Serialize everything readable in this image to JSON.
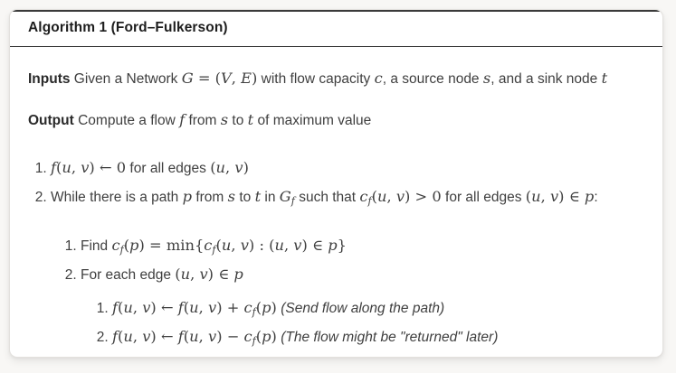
{
  "colors": {
    "page_background": "#f8f7f5",
    "card_background": "#ffffff",
    "rule_dark": "#3a3a3a",
    "card_border": "#e3e1de",
    "text": "#3f3f3f"
  },
  "header": {
    "title": "Algorithm 1 (Ford–Fulkerson)"
  },
  "content": {
    "inputs_line": [
      {
        "t": "bold",
        "v": "Inputs"
      },
      {
        "t": "text",
        "v": " Given a Network "
      },
      {
        "t": "math",
        "v": "G = (V, E)"
      },
      {
        "t": "text",
        "v": " with flow capacity "
      },
      {
        "t": "math",
        "v": "c"
      },
      {
        "t": "text",
        "v": ", a source node "
      },
      {
        "t": "math",
        "v": "s"
      },
      {
        "t": "text",
        "v": ", and a sink node "
      },
      {
        "t": "math",
        "v": "t"
      }
    ],
    "output_line": [
      {
        "t": "bold",
        "v": "Output"
      },
      {
        "t": "text",
        "v": " Compute a flow "
      },
      {
        "t": "math",
        "v": "f"
      },
      {
        "t": "text",
        "v": " from "
      },
      {
        "t": "math",
        "v": "s"
      },
      {
        "t": "text",
        "v": " to "
      },
      {
        "t": "math",
        "v": "t"
      },
      {
        "t": "text",
        "v": " of maximum value"
      }
    ],
    "steps": {
      "s1": [
        {
          "t": "math",
          "v": "f(u, v) ← 0"
        },
        {
          "t": "text",
          "v": " for all edges "
        },
        {
          "t": "math",
          "v": "(u, v)"
        }
      ],
      "s2": [
        {
          "t": "text",
          "v": "While there is a path "
        },
        {
          "t": "math",
          "v": "p"
        },
        {
          "t": "text",
          "v": " from "
        },
        {
          "t": "math",
          "v": "s"
        },
        {
          "t": "text",
          "v": " to "
        },
        {
          "t": "math",
          "v": "t"
        },
        {
          "t": "text",
          "v": " in "
        },
        {
          "t": "math",
          "v": "G_f"
        },
        {
          "t": "text",
          "v": " such that "
        },
        {
          "t": "math",
          "v": "c_f(u, v) > 0"
        },
        {
          "t": "text",
          "v": " for all edges "
        },
        {
          "t": "math",
          "v": "(u, v) ∈ p"
        },
        {
          "t": "text",
          "v": ":"
        }
      ],
      "s2_sub": {
        "s1": [
          {
            "t": "text",
            "v": "Find "
          },
          {
            "t": "math",
            "v": "c_f(p) = "
          },
          {
            "t": "mathrm",
            "v": "min"
          },
          {
            "t": "math",
            "v": "{c_f(u, v) : (u, v) ∈ p}"
          }
        ],
        "s2": [
          {
            "t": "text",
            "v": "For each edge "
          },
          {
            "t": "math",
            "v": "(u, v) ∈ p"
          }
        ],
        "s2_sub": {
          "s1": [
            {
              "t": "math",
              "v": "f(u, v) ← f(u, v) + c_f(p)"
            },
            {
              "t": "text",
              "v": " "
            },
            {
              "t": "italic",
              "v": "(Send flow along the path)"
            }
          ],
          "s2": [
            {
              "t": "math",
              "v": "f(u, v) ← f(u, v) − c_f(p)"
            },
            {
              "t": "text",
              "v": " "
            },
            {
              "t": "italic",
              "v": "(The flow might be \"returned\" later)"
            }
          ]
        }
      }
    }
  }
}
